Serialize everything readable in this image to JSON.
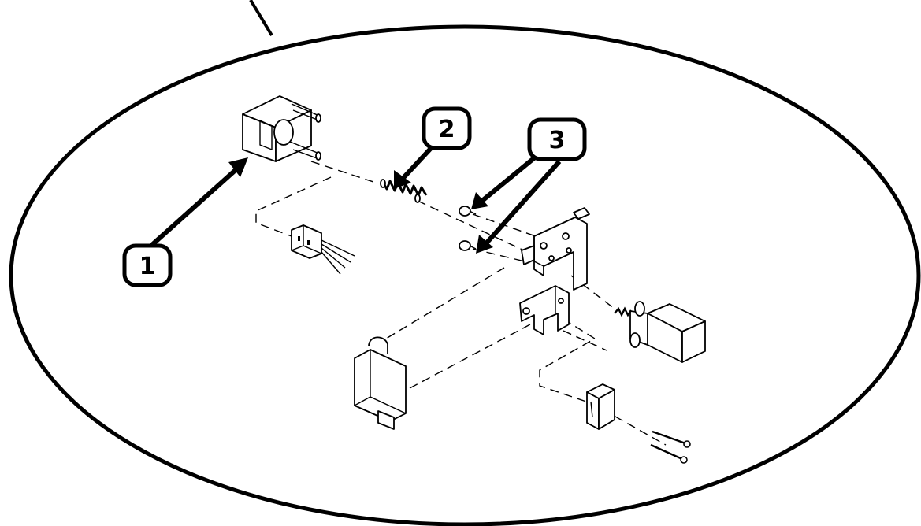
{
  "callouts": [
    {
      "label": "1"
    },
    {
      "label": "2"
    },
    {
      "label": "3"
    }
  ],
  "colors": {
    "ink": "#000000",
    "paper": "#ffffff"
  }
}
